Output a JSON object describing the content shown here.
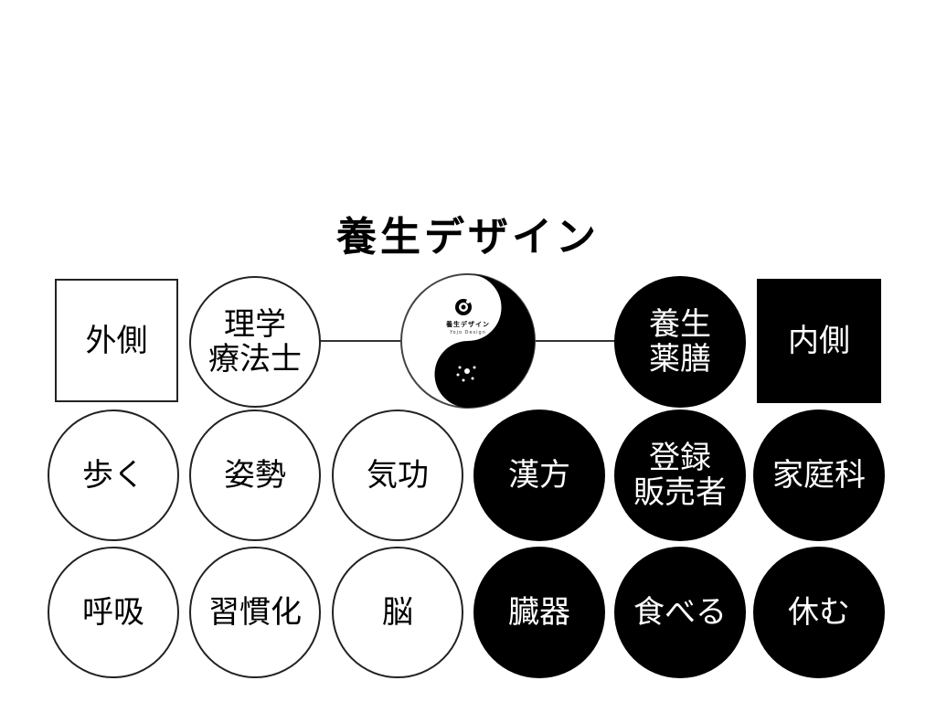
{
  "title": "養生デザイン",
  "logo": {
    "name": "養生デザイン",
    "sub": "Yojo Design"
  },
  "outer": {
    "header": "外側",
    "items": [
      "理学\n療法士",
      "歩く",
      "姿勢",
      "気功",
      "呼吸",
      "習慣化",
      "脳"
    ]
  },
  "inner": {
    "header": "内側",
    "items": [
      "養生\n薬膳",
      "漢方",
      "登録\n販売者",
      "家庭科",
      "臓器",
      "食べる",
      "休む"
    ]
  },
  "colors": {
    "outline": "#222222",
    "filled": "#000000",
    "background": "#ffffff"
  }
}
